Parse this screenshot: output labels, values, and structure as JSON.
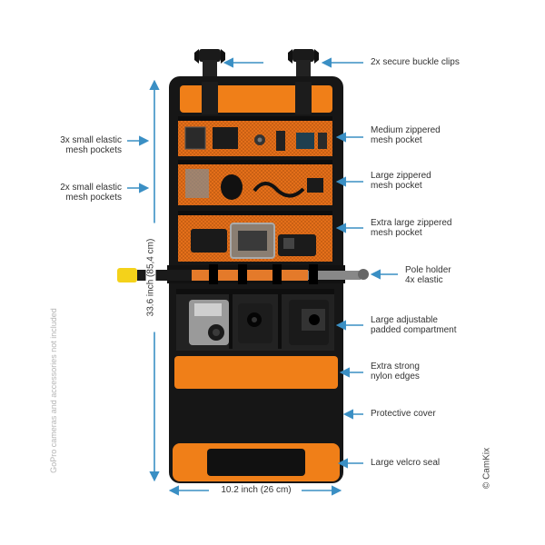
{
  "labels_right": [
    "2x secure buckle clips",
    "Medium zippered\nmesh pocket",
    "Large zippered\nmesh pocket",
    "Extra large zippered\nmesh pocket",
    "Pole holder\n4x elastic",
    "Large adjustable\npadded compartment",
    "Extra strong\nnylon edges",
    "Protective cover",
    "Large velcro seal"
  ],
  "labels_left": [
    "3x small elastic\nmesh pockets",
    "2x small elastic\nmesh pockets"
  ],
  "dimension_height": "33.6 inch (85,4 cm)",
  "dimension_width": "10.2 inch (26 cm)",
  "disclaimer": "GoPro cameras and accessories not included",
  "brand_mark": "© CamKix",
  "colors": {
    "arrow": "#3a8fc4",
    "orange": "#f07f18",
    "black": "#161616",
    "text": "#333333"
  }
}
